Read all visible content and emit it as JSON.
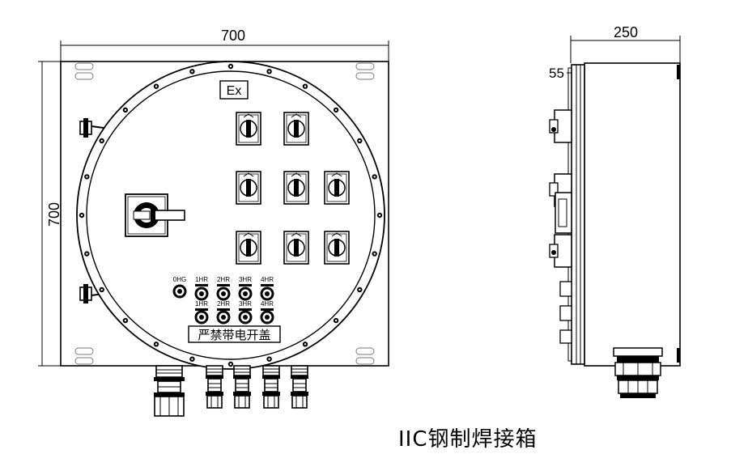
{
  "dimensions": {
    "front_width": "700",
    "front_height": "700",
    "side_depth": "250",
    "side_offset": "55"
  },
  "labels": {
    "ex_mark": "Ex",
    "warning": "严禁带电开盖",
    "indicators_top": [
      "0HG",
      "1HR",
      "2HR",
      "3HR",
      "4HR"
    ],
    "indicators_bottom": [
      "1HR",
      "2HR",
      "3HR",
      "4HR"
    ]
  },
  "caption": "IIC钢制焊接箱"
}
